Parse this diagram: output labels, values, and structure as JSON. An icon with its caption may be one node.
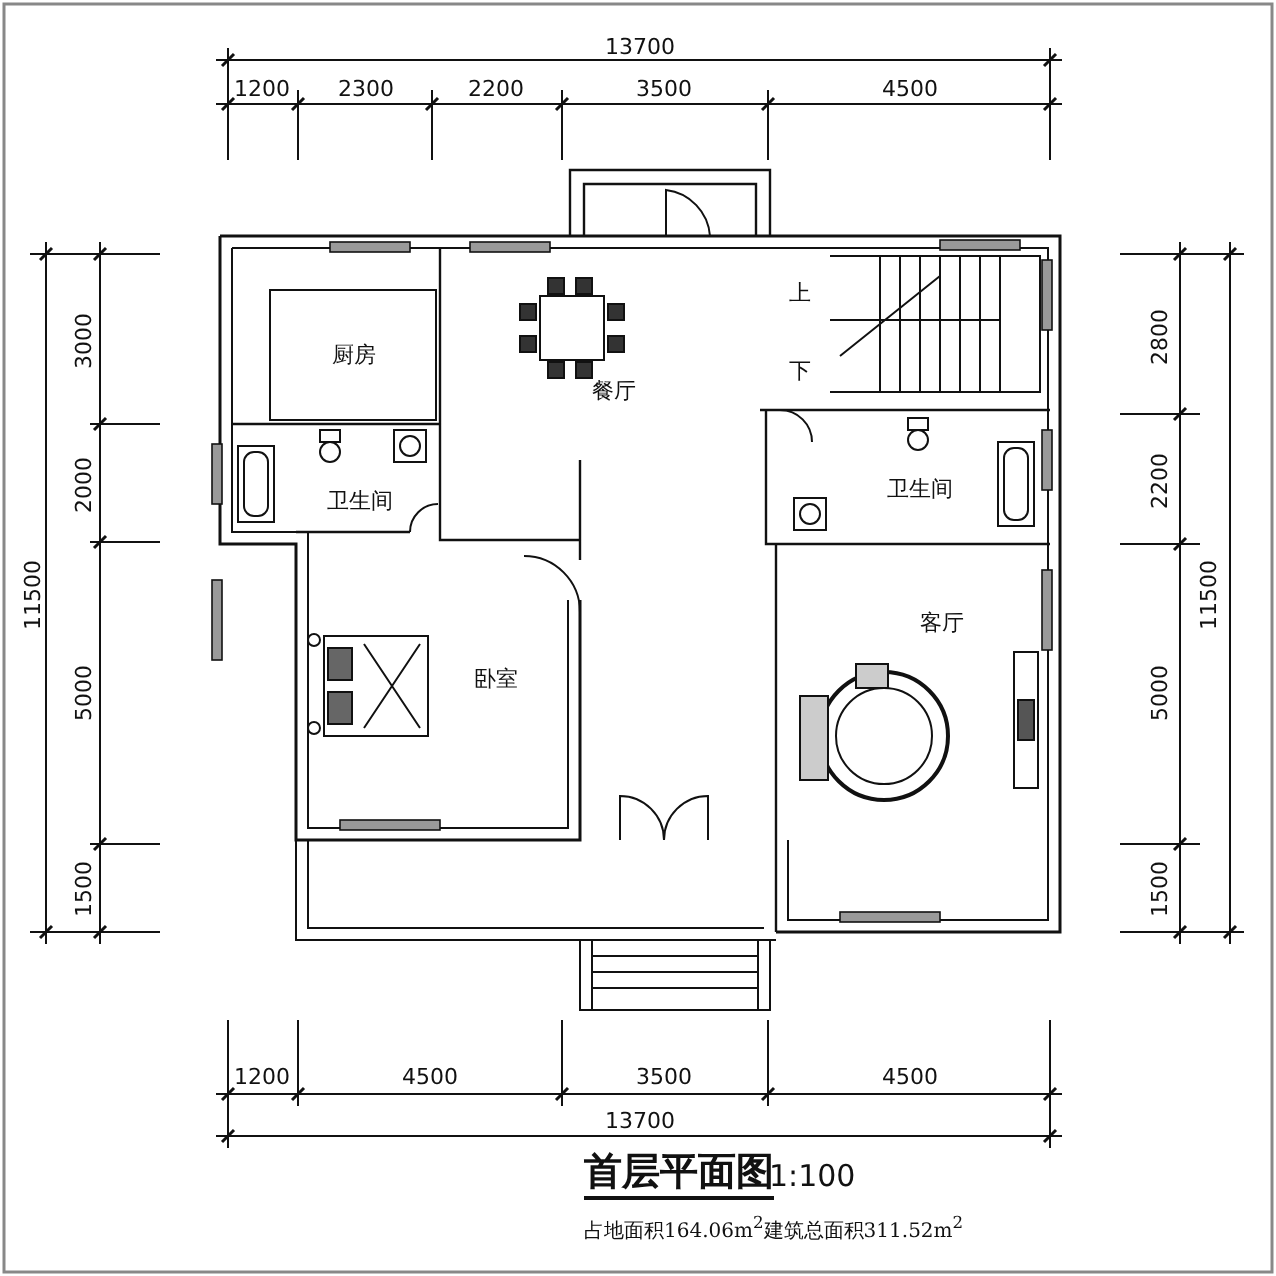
{
  "diagram": {
    "title": "首层平面图",
    "caption": "占地面积164.06m$^{2}$建筑总面积311.52m$^{2}$",
    "nodes": [
      {
        "text": [
          "厨房"
        ]
      },
      {
        "text": [
          "卫生间"
        ]
      },
      {
        "text": [
          "餐厅"
        ]
      },
      {
        "text": [
          "卫生间"
        ]
      },
      {
        "text": [
          "卧室"
        ]
      },
      {
        "text": [
          "客厅"
        ]
      }
    ],
    "labels": [
      "13700",
      "1200",
      "2300",
      "2200",
      "3500",
      "4500",
      "11500",
      "3000",
      "2000",
      "5000",
      "1500",
      "上",
      "下",
      "2800",
      "2200",
      "11500",
      "5000",
      "1500",
      "1200",
      "4500",
      "3500",
      "4500",
      "13700",
      "1:100"
    ]
  }
}
